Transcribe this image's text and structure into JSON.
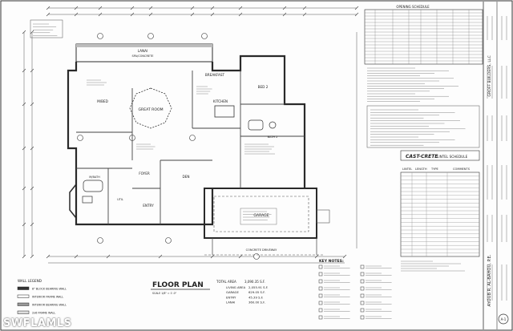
{
  "plan": {
    "title": "FLOOR PLAN",
    "scale": "SCALE 1/8\" = 1'-0\"",
    "rooms": {
      "lanai": "LANAI",
      "lanai_sub": "SPA/CONCRETE",
      "breakfast": "BREAKFAST",
      "master": "M/BED",
      "great_room": "GREAT ROOM",
      "kitchen": "KITCHEN",
      "bed2": "BED 2",
      "bath2": "BATH 2",
      "den": "DEN",
      "foyer": "FOYER",
      "entry": "ENTRY",
      "m_bath": "M/BATH",
      "util": "UTIL",
      "garage": "GARAGE",
      "driveway": "CONCRETE DRIVEWAY"
    },
    "wall_legend": {
      "title": "WALL LEGEND",
      "items": [
        "8\" BLOCK BEARING WALL",
        "INTERIOR FRAME WALL",
        "INTERIOR BEARING WALL",
        "2x6 FRAME WALL"
      ]
    },
    "area": {
      "label": "TOTAL AREA",
      "total": "3,090.35 S.F.",
      "rows": [
        {
          "name": "LIVING AREA",
          "value": "2,055.91 S.F."
        },
        {
          "name": "GARAGE",
          "value": "629.05 S.F."
        },
        {
          "name": "ENTRY",
          "value": "45.39 S.F."
        },
        {
          "name": "LANAI",
          "value": "360.00 S.F."
        }
      ]
    },
    "key_notes_title": "KEY NOTES:"
  },
  "opening_schedule": {
    "title": "OPENING SCHEDULE"
  },
  "lintel_schedule": {
    "brand": "CAST-CRETE",
    "title": "LINTEL SCHEDULE",
    "headers": [
      "LINTEL",
      "LENGTH",
      "TYPE",
      "COMMENTS"
    ]
  },
  "title_block": {
    "engineer": "AYOUB R. AL-BAHOU, P.E.",
    "project": "GROFF BUILDERS, LLC",
    "sheet": "A-1"
  },
  "watermark": "SWFLAMLS",
  "colors": {
    "line": "#2a2a2a",
    "paper": "#fdfdfd",
    "watermark": "#ffffff"
  }
}
